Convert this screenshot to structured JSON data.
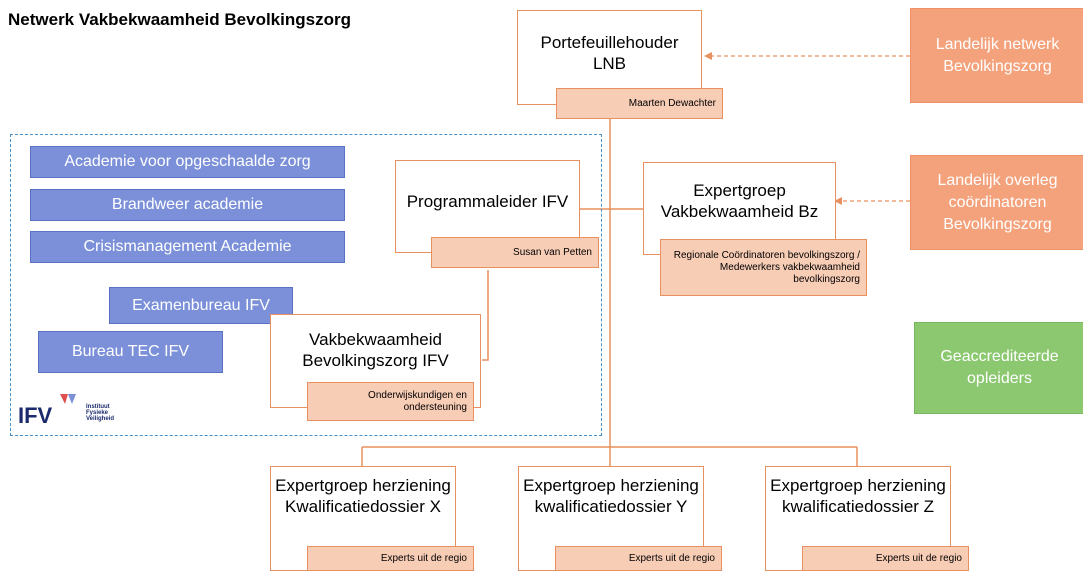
{
  "title": "Netwerk Vakbekwaamheid Bevolkingszorg",
  "portefeuillehouder": {
    "label": "Portefeuillehouder LNB",
    "tag": "Maarten Dewachter"
  },
  "programmaleider": {
    "label": "Programmaleider IFV",
    "tag": "Susan van Petten"
  },
  "expertgroep_bz": {
    "label": "Expertgroep Vakbekwaamheid Bz",
    "tag": "Regionale Coördinatoren bevolkingszorg / Medewerkers vakbekwaamheid bevolkingszorg"
  },
  "vakbekwaamheid_ifv": {
    "label": "Vakbekwaamheid Bevolkingszorg IFV",
    "tag": "Onderwijskundigen en ondersteuning"
  },
  "academies": [
    "Academie voor opgeschaalde zorg",
    "Brandweer academie",
    "Crisismanagement Academie"
  ],
  "examenbureau": "Examenbureau IFV",
  "bureau_tec": "Bureau TEC IFV",
  "logo": {
    "letters": "IFV",
    "line1": "Instituut",
    "line2": "Fysieke",
    "line3": "Veiligheid"
  },
  "landelijk_netwerk": "Landelijk netwerk Bevolkingszorg",
  "landelijk_overleg": "Landelijk overleg coördinatoren Bevolkingszorg",
  "geaccrediteerde": "Geaccrediteerde opleiders",
  "expertgroepen_herziening": [
    {
      "label": "Expertgroep herziening Kwalificatiedossier X",
      "tag": "Experts uit de regio"
    },
    {
      "label": "Expertgroep herziening kwalificatiedossier Y",
      "tag": "Experts uit de regio"
    },
    {
      "label": "Expertgroep herziening kwalificatiedossier Z",
      "tag": "Experts uit de regio"
    }
  ],
  "colors": {
    "orange_border": "#e8905f",
    "tag_fill": "#f8cdb6",
    "orange_fill": "#f4a27c",
    "green_fill": "#8cc870",
    "blue_fill": "#7b90d8",
    "frame_dashed": "#4a90c8"
  }
}
